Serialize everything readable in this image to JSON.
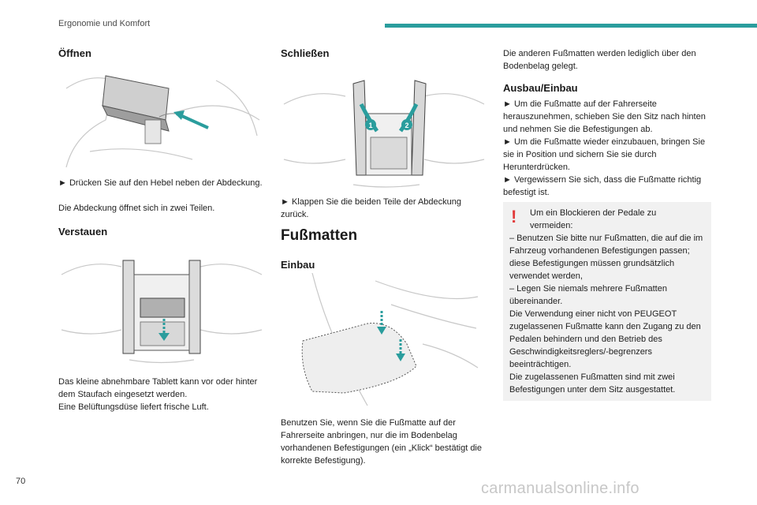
{
  "header": {
    "section": "Ergonomie und Komfort"
  },
  "page_number": "70",
  "watermark": "carmanualsonline.info",
  "col1": {
    "h_offnen": "Öffnen",
    "offnen_step": "► Drücken Sie auf den Hebel neben der Abdeckung.",
    "offnen_result": "Die Abdeckung öffnet sich in zwei Teilen.",
    "h_verstauen": "Verstauen",
    "verstauen_text1": "Das kleine abnehmbare Tablett kann vor oder hinter dem Staufach eingesetzt werden.",
    "verstauen_text2": "Eine Belüftungsdüse liefert frische Luft."
  },
  "col2": {
    "h_schliessen": "Schließen",
    "schliessen_badge1": "1",
    "schliessen_badge2": "2",
    "schliessen_step": "► Klappen Sie die beiden Teile der Abdeckung zurück.",
    "h_fussmatten": "Fußmatten",
    "h_einbau": "Einbau",
    "einbau_text": "Benutzen Sie, wenn Sie die Fußmatte auf der Fahrerseite anbringen, nur die im Bodenbelag vorhandenen Befestigungen (ein „Klick“ bestätigt die korrekte Befestigung)."
  },
  "col3": {
    "intro": "Die anderen Fußmatten werden lediglich über den Bodenbelag gelegt.",
    "h_ausbau": "Ausbau/Einbau",
    "step1": "► Um die Fußmatte auf der Fahrerseite herauszunehmen, schieben Sie den Sitz nach hinten und nehmen Sie die Befestigungen ab.",
    "step2": "► Um die Fußmatte wieder einzubauen, bringen Sie sie in Position und sichern Sie sie durch Herunterdrücken.",
    "step3": "► Vergewissern Sie sich, dass die Fußmatte richtig befestigt ist."
  },
  "note": {
    "mark": "!",
    "title": "Um ein Blockieren der Pedale zu vermeiden:",
    "item1": "– Benutzen Sie bitte nur Fußmatten, die auf die im Fahrzeug vorhandenen Befestigungen passen; diese Befestigungen müssen grundsätzlich verwendet werden,",
    "item2": "– Legen Sie niemals mehrere Fußmatten übereinander.",
    "para1": "Die Verwendung einer nicht von PEUGEOT zugelassenen Fußmatte kann den Zugang zu den Pedalen behindern und den Betrieb des Geschwindigkeitsreglers/-begrenzers beeinträchtigen.",
    "para2": "Die zugelassenen Fußmatten sind mit zwei Befestigungen unter dem Sitz ausgestattet."
  },
  "colors": {
    "accent": "#2a9d9d",
    "warning": "#e23b3b",
    "note_bg": "#f1f1f1"
  },
  "icons": [
    "arrow-icon",
    "warning-icon"
  ]
}
